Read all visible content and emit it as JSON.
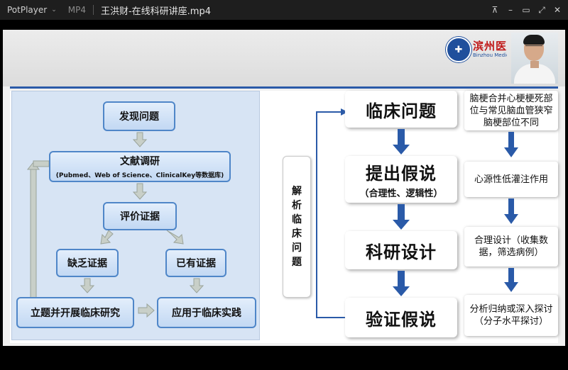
{
  "player": {
    "brand": "PotPlayer",
    "format": "MP4",
    "file_title": "王洪财-在线科研讲座.mp4",
    "controls": [
      "pin-icon",
      "minimize-icon",
      "restore-icon",
      "maximize-icon",
      "close-icon"
    ]
  },
  "slide": {
    "logo_cn": "滨州医学",
    "logo_en": "Binzhou Medic",
    "flowchart": {
      "find_problem": "发现问题",
      "literature": "文献调研",
      "literature_sub": "(Pubmed、Web of Science、ClinicalKey等数据库)",
      "evaluate": "评价证据",
      "lack": "缺乏证据",
      "have": "已有证据",
      "research": "立题并开展临床研究",
      "apply": "应用于临床实践"
    },
    "side_label": [
      "解",
      "析",
      "临",
      "床",
      "问",
      "题"
    ],
    "steps": [
      {
        "title": "临床问题",
        "sub": ""
      },
      {
        "title": "提出假说",
        "sub": "（合理性、逻辑性）"
      },
      {
        "title": "科研设计",
        "sub": ""
      },
      {
        "title": "验证假说",
        "sub": ""
      }
    ],
    "notes": [
      "脑梗合并心梗梗死部位与常见脑血管狭窄脑梗部位不同",
      "心源性低灌注作用",
      "合理设计（收集数据，筛选病例）",
      "分析归纳或深入探讨（分子水平探讨）"
    ]
  },
  "colors": {
    "accent_blue": "#2a5aa8",
    "box_border": "#4f86c8",
    "flow_bg": "#d7e4f4"
  }
}
